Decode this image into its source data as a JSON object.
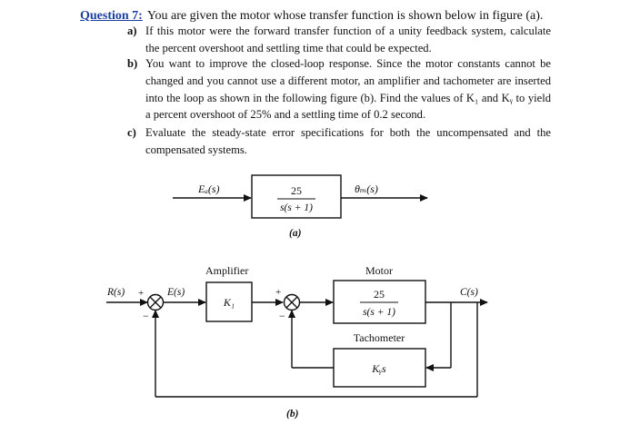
{
  "question": {
    "label": "Question 7:",
    "intro": "You are given the motor whose transfer function is shown below in figure (a).",
    "items": [
      {
        "letter": "a)",
        "text": "If this motor were the forward transfer function of a unity feedback system, calculate the percent overshoot and settling time that could be expected."
      },
      {
        "letter": "b)",
        "text": "You want to improve the closed-loop response. Since the motor constants cannot be changed and you cannot use a different motor, an amplifier and tachometer are inserted into the loop as shown in the following figure (b). Find the values of K₁ and Kᵧ to yield a percent overshoot of 25% and a settling time of 0.2 second."
      },
      {
        "letter": "c)",
        "text": "Evaluate the steady-state error specifications for both the uncompensated and the compensated systems."
      }
    ]
  },
  "figure_a": {
    "input_label": "Eₐ(s)",
    "output_label": "θₘ(s)",
    "numerator": "25",
    "denominator": "s(s + 1)",
    "caption": "(a)"
  },
  "figure_b": {
    "input_label": "R(s)",
    "error_label": "E(s)",
    "output_label": "C(s)",
    "amplifier_title": "Amplifier",
    "amplifier_gain": "K₁",
    "motor_title": "Motor",
    "motor_numerator": "25",
    "motor_denominator": "s(s + 1)",
    "tachometer_title": "Tachometer",
    "tachometer_gain": "Kᵧs",
    "plus_sign": "+",
    "minus_sign": "−",
    "caption": "(b)"
  }
}
